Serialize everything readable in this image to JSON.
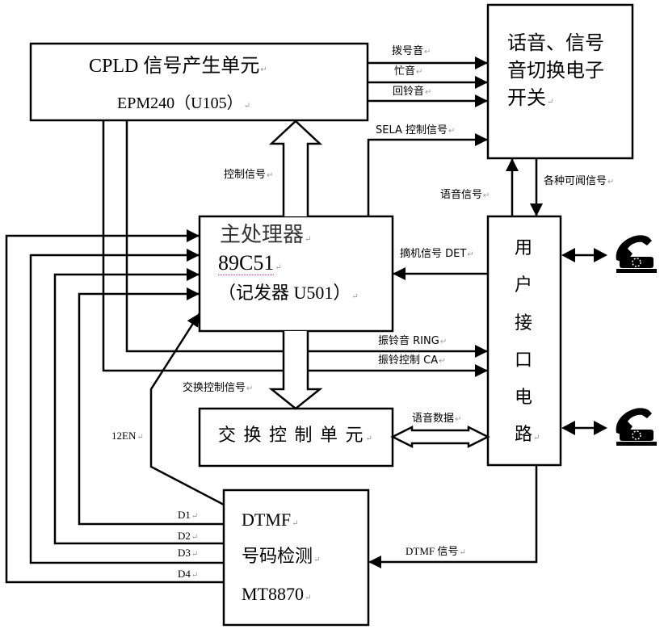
{
  "diagram": {
    "blocks": {
      "cpld": {
        "title": "CPLD 信号产生单元",
        "subtitle": "EPM240（U105）"
      },
      "switch": {
        "lines": [
          "话音、信号",
          "音切换电子",
          "开关"
        ]
      },
      "processor": {
        "line1": "主处理器",
        "line2": "89C51",
        "line3": "（记发器 U501）"
      },
      "user_interface": {
        "chars": [
          "用",
          "户",
          "接",
          "口",
          "电",
          "路"
        ]
      },
      "exchange": {
        "title": "交 换 控 制 单 元"
      },
      "dtmf": {
        "line1": "DTMF",
        "line2": "号码检测",
        "line3": "MT8870"
      }
    },
    "signals": {
      "dial_tone": "拨号音",
      "busy_tone": "忙音",
      "ringback_tone": "回铃音",
      "sela": "SELA 控制信号",
      "control": "控制信号",
      "voice_signal": "语音信号",
      "audible_signals": "各种可闻信号",
      "offhook": "摘机信号 DET",
      "ring_tone": "振铃音 RING",
      "ring_control": "振铃控制 CA",
      "exchange_control": "交换控制信号",
      "voice_data": "语音数据",
      "en": "12EN",
      "dtmf_signal": "DTMF 信号",
      "d1": "D1",
      "d2": "D2",
      "d3": "D3",
      "d4": "D4"
    },
    "icons": {
      "phone_top": "telephone-icon",
      "phone_bottom": "telephone-icon"
    },
    "paragraph_mark": "↵"
  }
}
